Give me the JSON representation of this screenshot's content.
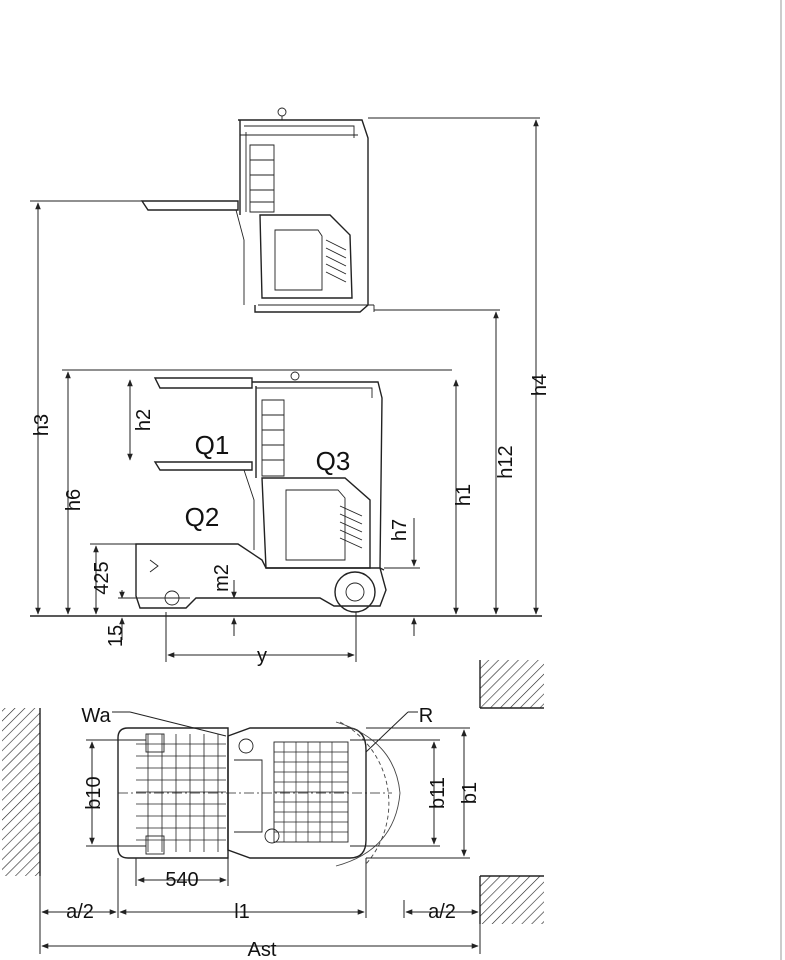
{
  "labels": {
    "h3": "h3",
    "h6": "h6",
    "h2": "h2",
    "h4": "h4",
    "h12": "h12",
    "h1": "h1",
    "h7": "h7",
    "m2": "m2",
    "y": "y",
    "Q1": "Q1",
    "Q2": "Q2",
    "Q3": "Q3",
    "d425": "425",
    "d15": "15",
    "Wa": "Wa",
    "R": "R",
    "b10": "b10",
    "b11": "b11",
    "b1": "b1",
    "d540": "540",
    "a2_left": "a/2",
    "l1": "l1",
    "a2_right": "a/2",
    "Ast": "Ast"
  }
}
